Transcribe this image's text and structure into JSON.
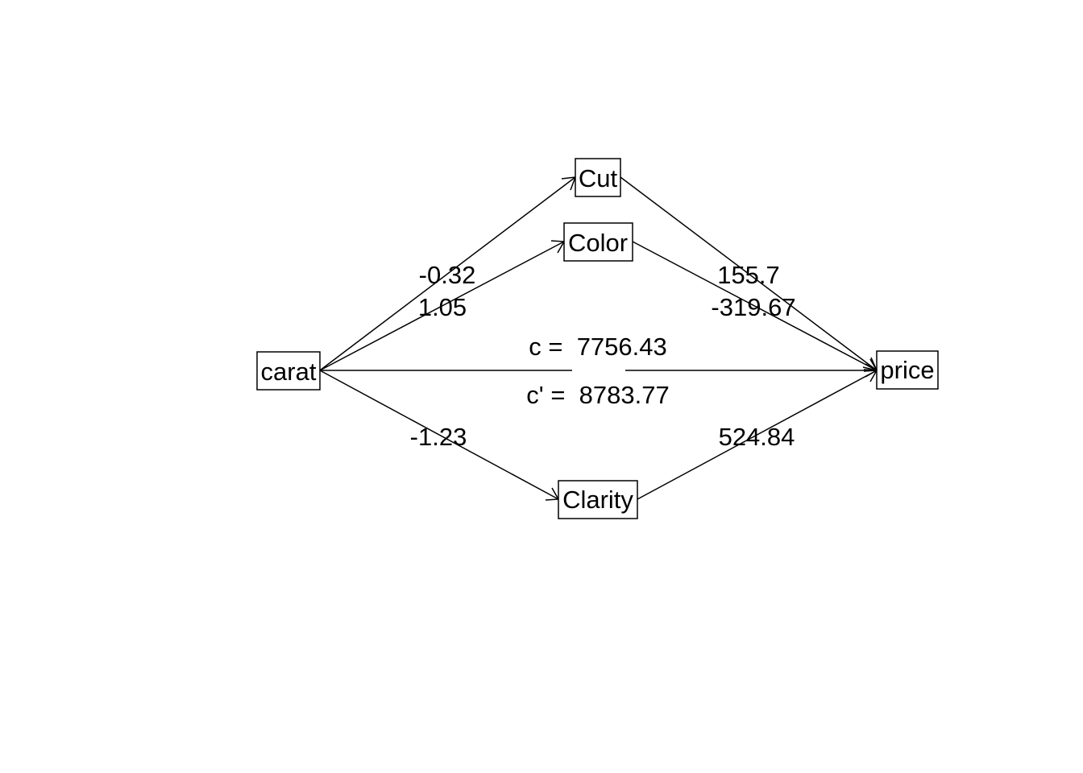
{
  "diagram": {
    "nodes": {
      "carat": "carat",
      "cut": "Cut",
      "color": "Color",
      "clarity": "Clarity",
      "price": "price"
    },
    "edge_labels": {
      "carat_cut": "-0.32",
      "carat_color": "1.05",
      "carat_clarity": "-1.23",
      "cut_price": "155.7",
      "color_price": "-319.67",
      "clarity_price": "524.84"
    },
    "total_effect": "c =  7756.43",
    "direct_effect": "c' =  8783.77"
  }
}
